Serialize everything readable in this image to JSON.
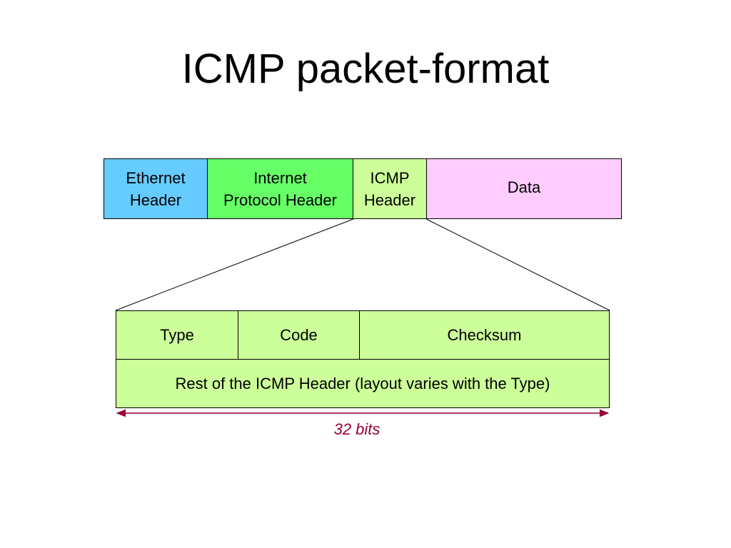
{
  "title": "ICMP packet-format",
  "colors": {
    "ethernet": "#66ccff",
    "ip": "#66ff66",
    "icmp": "#ccff99",
    "data": "#ffccff",
    "detail": "#ccff99",
    "bits": "#990033"
  },
  "packet": {
    "ethernet": {
      "line1": "Ethernet",
      "line2": "Header"
    },
    "ip": {
      "line1": "Internet",
      "line2": "Protocol Header"
    },
    "icmp": {
      "line1": "ICMP",
      "line2": "Header"
    },
    "data": {
      "label": "Data"
    }
  },
  "icmp_header": {
    "type": "Type",
    "code": "Code",
    "checksum": "Checksum",
    "rest": "Rest of the ICMP Header (layout varies with the Type)"
  },
  "width_label": "32 bits"
}
